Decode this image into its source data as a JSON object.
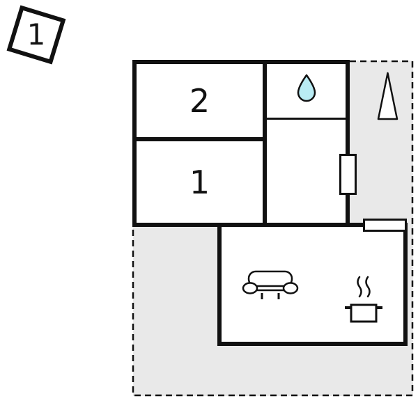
{
  "plot": {
    "label": "1"
  },
  "rooms": {
    "room2": "2",
    "room1": "1"
  },
  "icons": {
    "water_drop": "water-drop-icon",
    "tree": "tree-icon",
    "sofa": "sofa-icon",
    "cooking_pot": "cooking-pot-icon"
  },
  "colors": {
    "wall": "#111111",
    "terrace_fill": "#e9e9e9",
    "water_drop_fill": "#b9ecf4",
    "background": "#ffffff"
  }
}
